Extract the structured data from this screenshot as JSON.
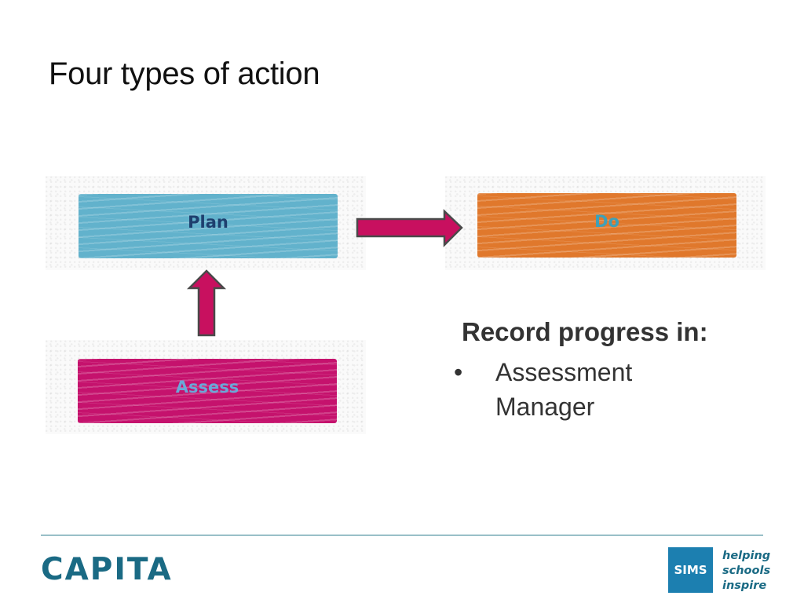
{
  "slide": {
    "title": "Four types of action"
  },
  "diagram": {
    "boxes": {
      "plan": {
        "label": "Plan",
        "fill": "#62b2cc",
        "text_color": "#1e3f6e"
      },
      "do": {
        "label": "Do",
        "fill": "#e0782c",
        "text_color": "#3fa0b8"
      },
      "assess": {
        "label": "Assess",
        "fill": "#c5126d",
        "text_color": "#6aa8d8"
      }
    },
    "arrow_color": "#c8105f"
  },
  "notes": {
    "heading": "Record progress in:",
    "bullet_glyph": "•",
    "items": [
      "Assessment Manager"
    ]
  },
  "footer": {
    "company_logo": "CAPITA",
    "product_badge": "SIMS",
    "tagline": [
      "helping",
      "schools",
      "inspire"
    ],
    "rule_color": "#2a7a8c",
    "brand_color": "#1a6a84",
    "badge_color": "#1c7fb0"
  }
}
